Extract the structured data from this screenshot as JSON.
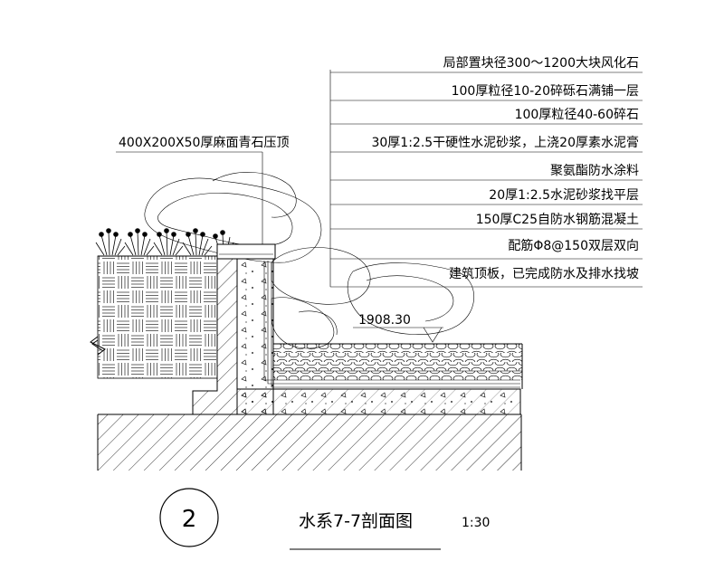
{
  "callouts": [
    "局部置块径300～1200大块风化石",
    "100厚粒径10-20碎砾石满铺一层",
    "100厚粒径40-60碎石",
    "30厚1:2.5干硬性水泥砂浆，上浇20厚素水泥膏",
    "聚氨酯防水涂料",
    "20厚1:2.5水泥砂浆找平层",
    "150厚C25自防水钢筋混凝土",
    "配筋Φ8@150双层双向",
    "建筑顶板，已完成防水及排水找坡"
  ],
  "coping_label": "400X200X50厚麻面青石压顶",
  "elevation": "1908.30",
  "section_number": "2",
  "section_title": "水系7-7剖面图",
  "scale": "1:30"
}
